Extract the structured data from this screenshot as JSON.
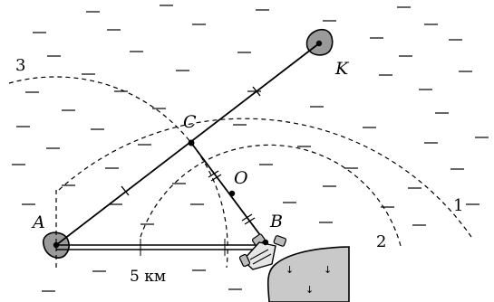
{
  "labels": {
    "point_a": "A",
    "point_k": "K",
    "point_c": "C",
    "point_o": "O",
    "point_b": "B"
  },
  "arcs": {
    "arc_1": "1",
    "arc_2": "2",
    "arc_3": "3"
  },
  "scale": {
    "distance_label": "5 км"
  },
  "colors": {
    "line": "#000000",
    "island": "#9a9a9a",
    "land": "#c9c9c9",
    "water_dash": "#000000",
    "background": "#ffffff"
  }
}
